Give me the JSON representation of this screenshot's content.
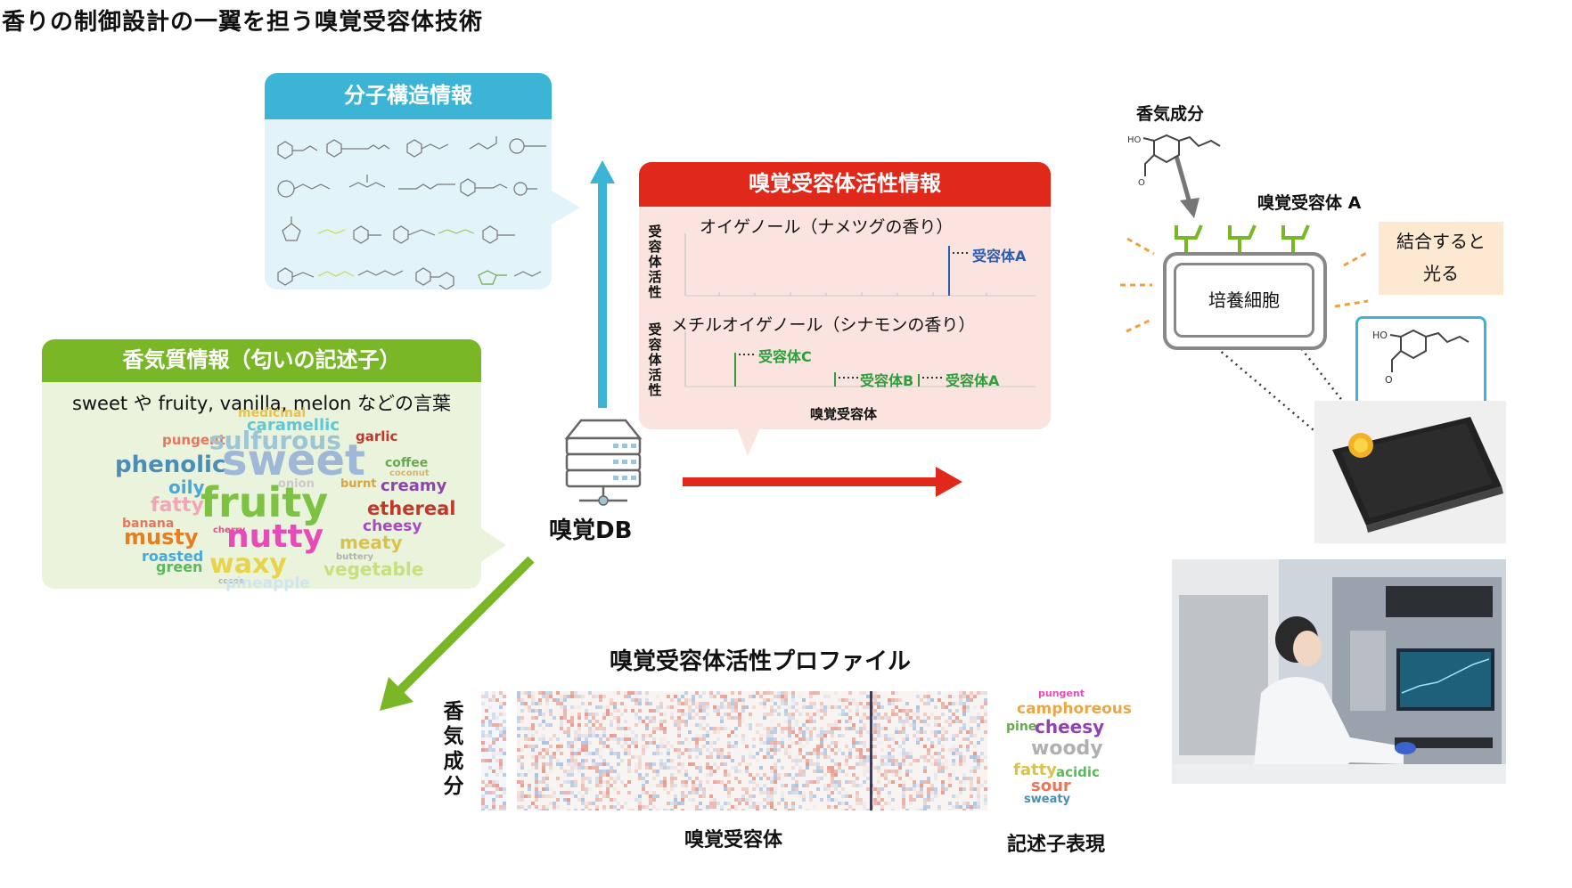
{
  "title": "香りの制御設計の一翼を担う嗅覚受容体技術",
  "molecular_panel": {
    "header": "分子構造情報"
  },
  "odor_panel": {
    "header": "香気質情報（匂いの記述子）",
    "caption": "sweet や fruity, vanilla, melon などの言葉",
    "words": [
      {
        "text": "medicinal",
        "color": "#e8c24a"
      },
      {
        "text": "caramellic",
        "color": "#5fc7d8"
      },
      {
        "text": "pungent",
        "color": "#e8765a"
      },
      {
        "text": "sulfurous",
        "color": "#9ec5d6"
      },
      {
        "text": "garlic",
        "color": "#c0392b"
      },
      {
        "text": "phenolic",
        "color": "#4a8db8"
      },
      {
        "text": "sweet",
        "color": "#9fb8d8"
      },
      {
        "text": "coffee",
        "color": "#6aa84f"
      },
      {
        "text": "coconut",
        "color": "#d9b36b"
      },
      {
        "text": "oily",
        "color": "#4aa8d8"
      },
      {
        "text": "onion",
        "color": "#c9c9c9"
      },
      {
        "text": "burnt",
        "color": "#d9a441"
      },
      {
        "text": "creamy",
        "color": "#8e44ad"
      },
      {
        "text": "fatty",
        "color": "#f1a7b7"
      },
      {
        "text": "fruity",
        "color": "#7dc242"
      },
      {
        "text": "ethereal",
        "color": "#c0392b"
      },
      {
        "text": "banana",
        "color": "#e8765a"
      },
      {
        "text": "musty",
        "color": "#e67e22"
      },
      {
        "text": "cherry",
        "color": "#e84a8a"
      },
      {
        "text": "nutty",
        "color": "#e84ab8"
      },
      {
        "text": "cheesy",
        "color": "#a84ac0"
      },
      {
        "text": "meaty",
        "color": "#d9c34a"
      },
      {
        "text": "roasted",
        "color": "#4aa8d8"
      },
      {
        "text": "buttery",
        "color": "#b0b0b0"
      },
      {
        "text": "green",
        "color": "#5cb85c"
      },
      {
        "text": "waxy",
        "color": "#e8d44a"
      },
      {
        "text": "vegetable",
        "color": "#c8e07a"
      },
      {
        "text": "cocoa",
        "color": "#b0b0b0"
      },
      {
        "text": "pineapple",
        "color": "#d9ecf2"
      }
    ]
  },
  "activity_panel": {
    "header": "嗅覚受容体活性情報",
    "chart1_title": "オイゲノール（ナメツグの香り）",
    "chart2_title": "メチルオイゲノール（シナモンの香り）",
    "ylabel": "受容体活性",
    "xlabel": "嗅覚受容体",
    "receptor_a": "受容体A",
    "receptor_b": "受容体B",
    "receptor_c": "受容体C",
    "color_blue": "#2a5bb0",
    "color_green": "#2e9e3c"
  },
  "db_label": "嗅覚DB",
  "right": {
    "aroma_component": "香気成分",
    "receptor": "嗅覚受容体 A",
    "cell": "培養細胞",
    "note_line1": "結合すると",
    "note_line2": "光る"
  },
  "profile": {
    "title": "嗅覚受容体活性プロファイル",
    "ylabel": "香気成分",
    "xlabel": "嗅覚受容体",
    "descriptor_label": "記述子表現",
    "words": [
      {
        "text": "pungent",
        "color": "#e84ab8"
      },
      {
        "text": "camphoreous",
        "color": "#e8a84a"
      },
      {
        "text": "pine",
        "color": "#6aa84f"
      },
      {
        "text": "cheesy",
        "color": "#8e44ad"
      },
      {
        "text": "woody",
        "color": "#b0b0b0"
      },
      {
        "text": "fatty",
        "color": "#d9c34a"
      },
      {
        "text": "acidic",
        "color": "#5cb85c"
      },
      {
        "text": "sour",
        "color": "#e8765a"
      },
      {
        "text": "sweaty",
        "color": "#4a8db8"
      }
    ]
  }
}
